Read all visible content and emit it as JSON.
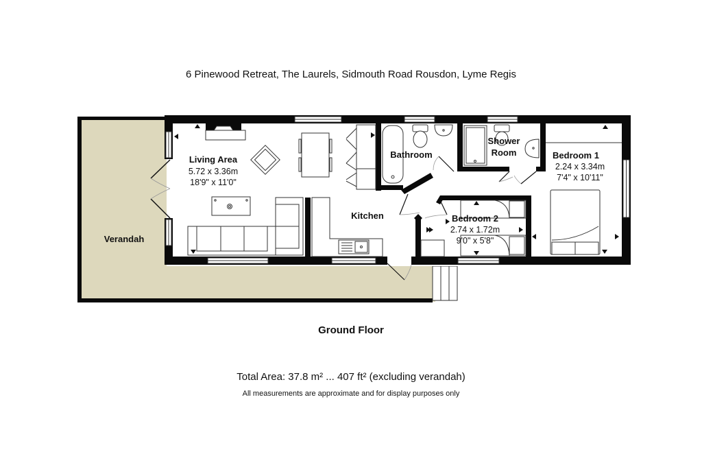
{
  "header": {
    "title": "6 Pinewood Retreat, The Laurels, Sidmouth Road Rousdon, Lyme Regis"
  },
  "floor": {
    "label": "Ground Floor"
  },
  "colors": {
    "wall": "#0a0a0a",
    "verandah": "#ddd8bc",
    "floor": "#ffffff",
    "fixture_stroke": "#333333"
  },
  "rooms": {
    "living": {
      "name": "Living Area",
      "metric": "5.72 x 3.36m",
      "imperial": "18'9\" x 11'0\""
    },
    "kitchen": {
      "name": "Kitchen"
    },
    "bathroom": {
      "name": "Bathroom"
    },
    "shower": {
      "name_line1": "Shower",
      "name_line2": "Room"
    },
    "bedroom1": {
      "name": "Bedroom 1",
      "metric": "2.24 x 3.34m",
      "imperial": "7'4\" x 10'11\""
    },
    "bedroom2": {
      "name": "Bedroom 2",
      "metric": "2.74 x 1.72m",
      "imperial": "9'0\" x 5'8\""
    },
    "verandah": {
      "name": "Verandah"
    }
  },
  "footer": {
    "total_area": "Total Area: 37.8 m² ... 407 ft² (excluding verandah)",
    "disclaimer": "All measurements are approximate and for display purposes only"
  }
}
